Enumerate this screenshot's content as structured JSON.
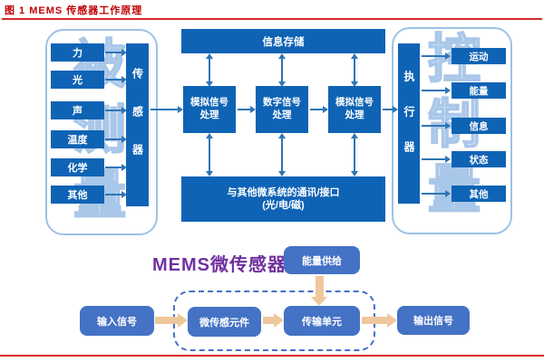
{
  "header": {
    "title": "图 1 MEMS 传感器工作原理"
  },
  "main_diagram": {
    "left_panel": {
      "watermark": "被测量",
      "inputs": [
        "力",
        "光",
        "声",
        "温度",
        "化学",
        "其他"
      ],
      "sensor_bar": "传感器"
    },
    "center": {
      "storage_bar": "信息存储",
      "process_boxes": [
        {
          "line1": "模拟信号",
          "line2": "处理"
        },
        {
          "line1": "数字信号",
          "line2": "处理"
        },
        {
          "line1": "模拟信号",
          "line2": "处理"
        }
      ],
      "comm_bar": {
        "line1": "与其他微系统的通讯/接口",
        "line2": "(光/电/磁)"
      }
    },
    "right_panel": {
      "watermark": "控制量",
      "actuator_bar": "执行器",
      "outputs": [
        "运动",
        "能量",
        "信息",
        "状态",
        "其他"
      ]
    }
  },
  "bottom_diagram": {
    "title": "MEMS微传感器",
    "power_box": "能量供给",
    "flow_boxes": [
      "输入信号",
      "微传感元件",
      "传输单元",
      "输出信号"
    ]
  },
  "colors": {
    "deep_blue": "#0F63B5",
    "soft_blue": "#4472C4",
    "panel_border": "#9CC2E5",
    "arrow_blue": "#2E75B6",
    "arrow_tan": "#EFC79C",
    "title_red": "#C00000",
    "rule_red": "#D42A2A",
    "bottom_title_purple": "#7030A0"
  }
}
